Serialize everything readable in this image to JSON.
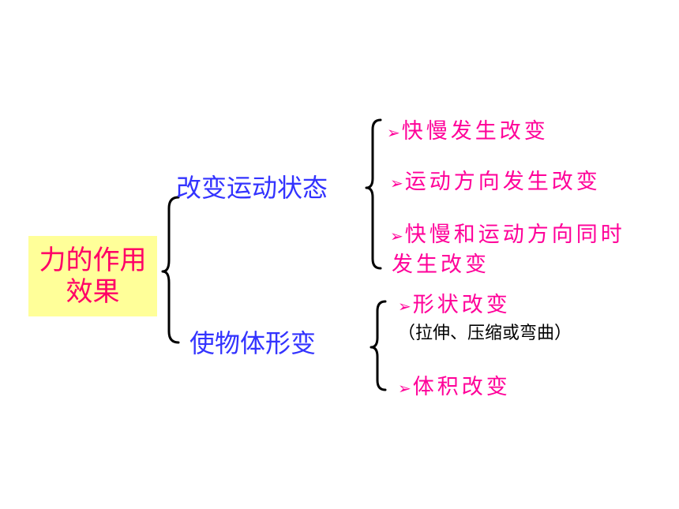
{
  "root": {
    "line1": "力的作用",
    "line2": "效果"
  },
  "branches": [
    {
      "label": "改变运动状态",
      "items": [
        {
          "text": "快慢发生改变"
        },
        {
          "text": "运动方向发生改变"
        },
        {
          "text": "快慢和运动方向同时",
          "text2": "发生改变"
        }
      ]
    },
    {
      "label": "使物体形变",
      "items": [
        {
          "text": "形状改变",
          "note": "（拉伸、压缩或弯曲）"
        },
        {
          "text": "体积改变"
        }
      ]
    }
  ],
  "bullet_glyph": "➢",
  "colors": {
    "root_text": "#ff0066",
    "root_bg": "#ffff99",
    "branch_text": "#3333ff",
    "leaf_text": "#ff0099",
    "note_text": "#000000"
  }
}
